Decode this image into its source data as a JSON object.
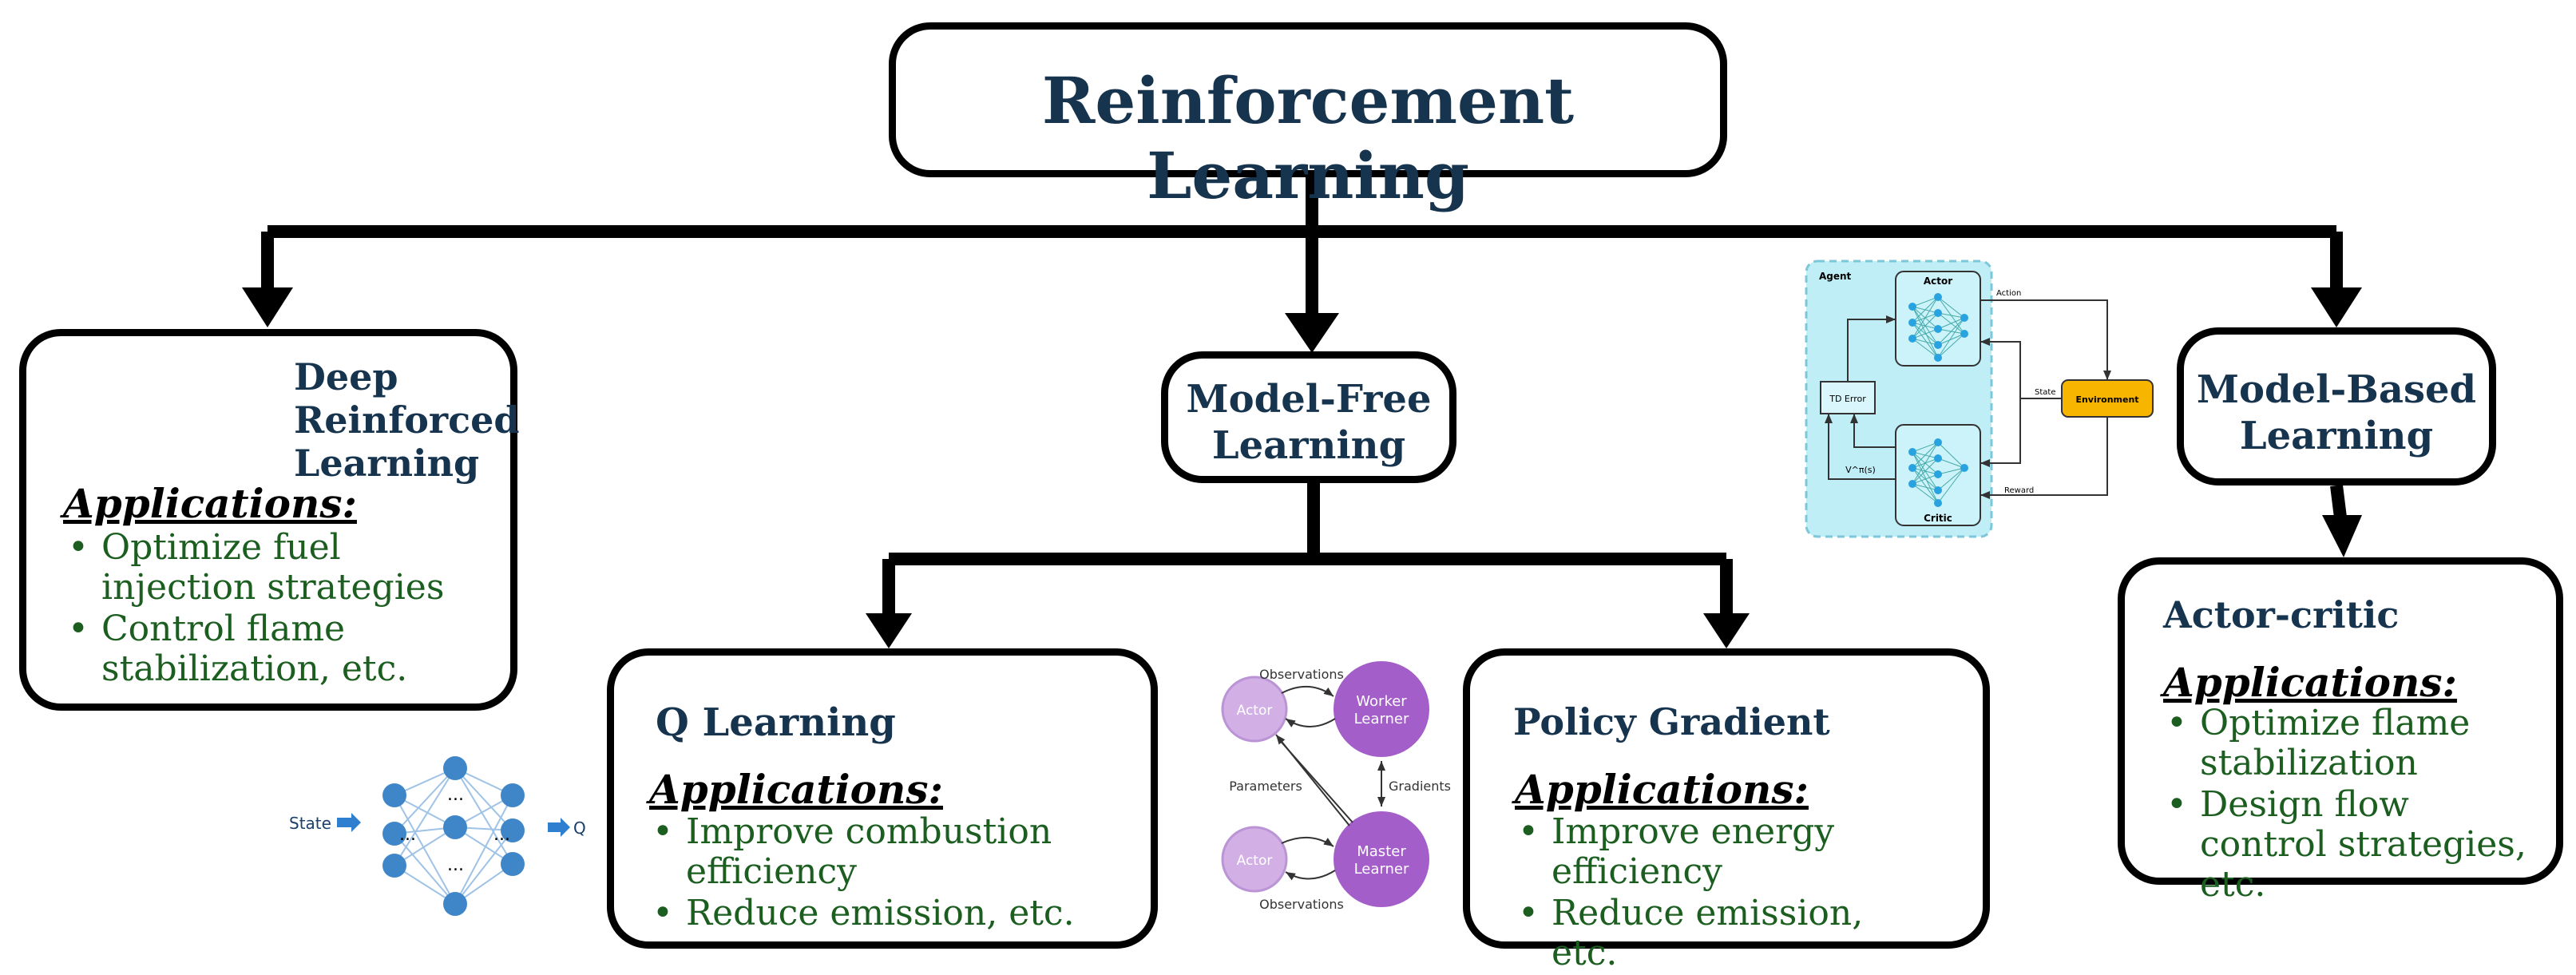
{
  "root": {
    "title": "Reinforcement Learning"
  },
  "deep_rl": {
    "title": [
      "Deep",
      "Reinforced",
      "Learning"
    ],
    "applications_heading": "Applications:",
    "applications": [
      "Optimize fuel injection strategies",
      "Control flame stabilization, etc."
    ]
  },
  "model_free": {
    "title": [
      "Model-Free",
      "Learning"
    ]
  },
  "q_learning": {
    "title": "Q Learning",
    "applications_heading": "Applications:",
    "applications": [
      "Improve combustion efficiency",
      "Reduce emission, etc."
    ]
  },
  "policy_gradient": {
    "title": "Policy Gradient",
    "applications_heading": "Applications:",
    "applications": [
      "Improve energy efficiency",
      "Reduce emission, etc."
    ]
  },
  "model_based": {
    "title": [
      "Model-Based",
      "Learning"
    ]
  },
  "actor_critic": {
    "title": "Actor-critic",
    "applications_heading": "Applications:",
    "applications": [
      "Optimize flame stabilization",
      "Design flow control strategies, etc."
    ]
  },
  "q_net_figure": {
    "input_label": "State",
    "output_label": "Q",
    "ellipsis": "..."
  },
  "actor_learner_figure": {
    "actor_label": "Actor",
    "worker_label": [
      "Worker",
      "Learner"
    ],
    "master_label": [
      "Master",
      "Learner"
    ],
    "observations_label": "Observations",
    "parameters_label": "Parameters",
    "gradients_label": "Gradients"
  },
  "actor_critic_figure": {
    "agent_label": "Agent",
    "actor_label": "Actor",
    "critic_label": "Critic",
    "td_error_label": "TD Error",
    "value_label": "V^π(s)",
    "environment_label": "Environment",
    "action_label": "Action",
    "state_label": "State",
    "reward_label": "Reward"
  },
  "colors": {
    "title_text": "#17344f",
    "bullet_text": "#1b5e20",
    "node_blue": "#29a3e0",
    "net_blue": "#3f86c8",
    "purple_dark": "#a35ec9",
    "purple_light": "#d2b0e6",
    "panel_cyan": "#bfeef6",
    "env_orange": "#f8b500"
  }
}
